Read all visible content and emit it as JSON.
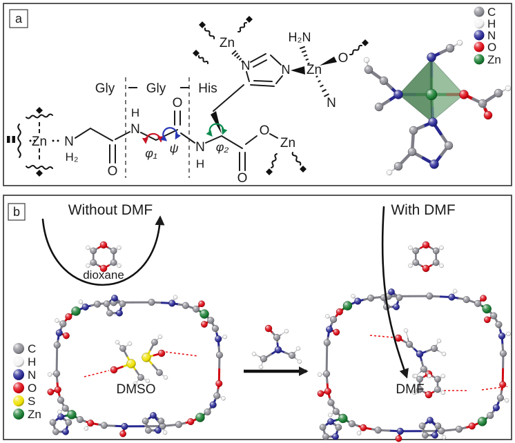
{
  "colors": {
    "atoms": {
      "C": "#8d8d95",
      "H": "#f3f3f4",
      "N": "#2a2a96",
      "O": "#dc0a14",
      "S": "#efe202",
      "Zn": "#1a7d33"
    },
    "bond": "#1b1b1b",
    "hbond": "#e81414",
    "octahedron": "#55945f",
    "dihedral_phi1": "#c81426",
    "dihedral_psi": "#2837b4",
    "dihedral_phi2": "#0a8a4e"
  },
  "panel_a": {
    "label": "a",
    "residues": [
      {
        "name": "Gly"
      },
      {
        "name": "Gly"
      },
      {
        "name": "His"
      }
    ],
    "dihedrals": {
      "phi1": "φ₁",
      "psi": "ψ",
      "phi2": "φ₂"
    },
    "atom_labels": {
      "zn_left": "Zn",
      "amine_n": "N",
      "amine_h2": "H₂",
      "gly1_carbonyl_o": "O",
      "amide1_h": "H",
      "amide1_n": "N",
      "gly2_carbonyl_o": "O",
      "amide2_n": "N",
      "amide2_h": "H",
      "his_carbonyl_o": "O",
      "ester_o": "O",
      "zn_ester": "Zn",
      "zn_imidazole": "Zn",
      "imidazole_n1": "N",
      "imidazole_n3": "N",
      "zn_center": "Zn",
      "ligand_h2n": "H₂N",
      "ligand_o": "O",
      "ligand_n": "N"
    },
    "legend": {
      "entries": [
        {
          "symbol": "C"
        },
        {
          "symbol": "H"
        },
        {
          "symbol": "N"
        },
        {
          "symbol": "O"
        },
        {
          "symbol": "Zn"
        }
      ]
    }
  },
  "panel_b": {
    "label": "b",
    "without_title": "Without DMF",
    "with_title": "With DMF",
    "molecule_labels": {
      "dioxane": "dioxane",
      "dmso": "DMSO",
      "dmf": "DMF"
    },
    "legend": {
      "entries": [
        {
          "symbol": "C"
        },
        {
          "symbol": "H"
        },
        {
          "symbol": "N"
        },
        {
          "symbol": "O"
        },
        {
          "symbol": "S"
        },
        {
          "symbol": "Zn"
        }
      ]
    }
  }
}
